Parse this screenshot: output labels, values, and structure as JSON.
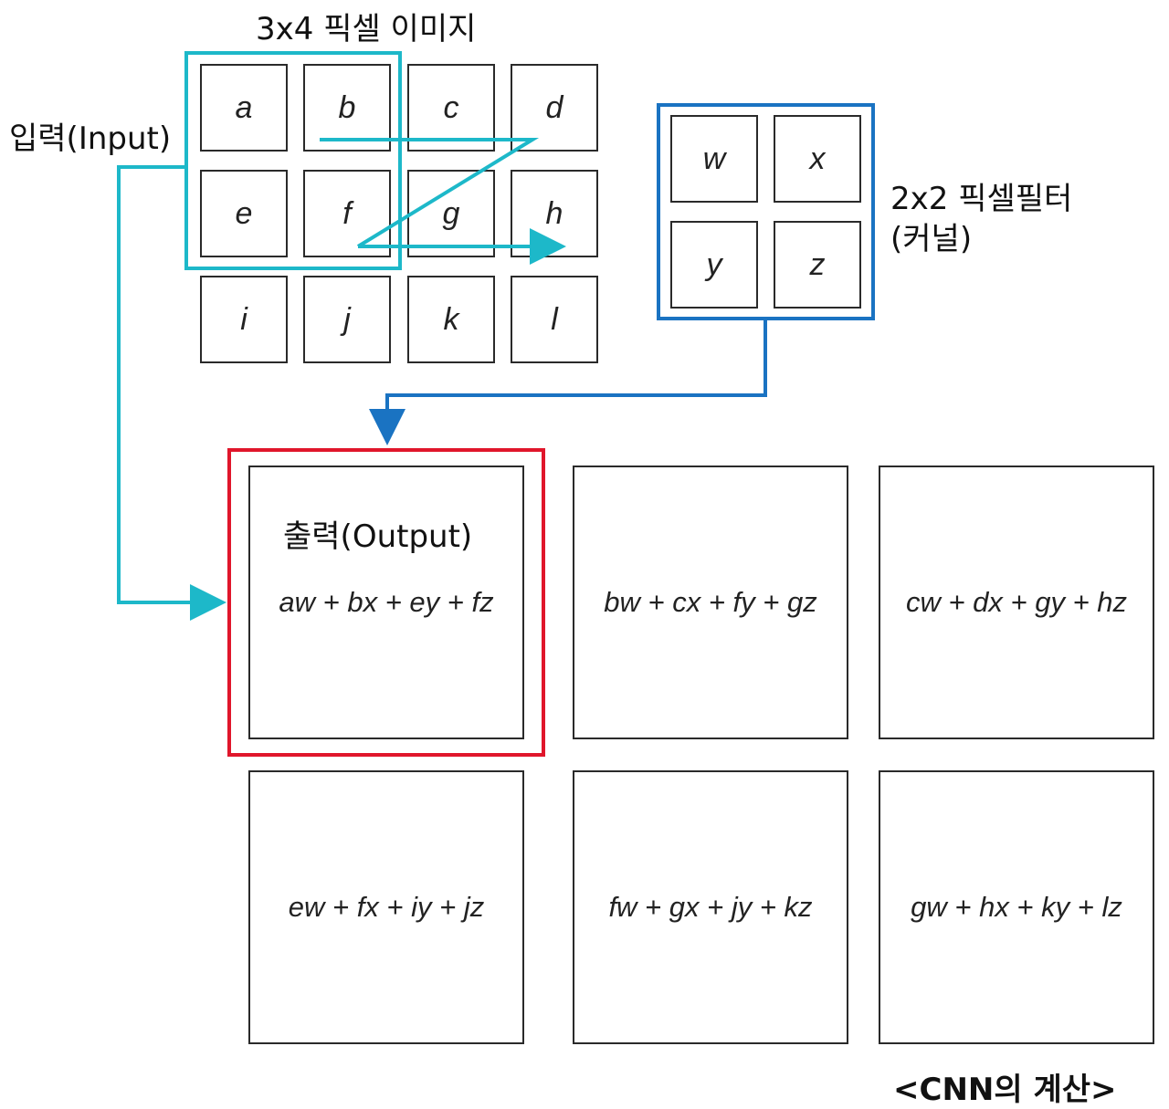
{
  "input": {
    "title": "3x4 픽셀 이미지",
    "label": "입력(Input)",
    "cells": [
      "a",
      "b",
      "c",
      "d",
      "e",
      "f",
      "g",
      "h",
      "i",
      "j",
      "k",
      "l"
    ]
  },
  "kernel": {
    "label_line1": "2x2 픽셀필터",
    "label_line2": "(커널)",
    "cells": [
      "w",
      "x",
      "y",
      "z"
    ]
  },
  "output": {
    "label": "출력(Output)",
    "formulas": [
      "aw + bx + ey + fz",
      "bw + cx + fy + gz",
      "cw + dx + gy + hz",
      "ew + fx + iy + jz",
      "fw + gx + jy + kz",
      "gw + hx + ky + lz"
    ]
  },
  "caption": "<CNN의 계산>",
  "colors": {
    "input_window": "#1db8c9",
    "kernel_frame": "#1a73c2",
    "output_highlight": "#e0162b"
  }
}
